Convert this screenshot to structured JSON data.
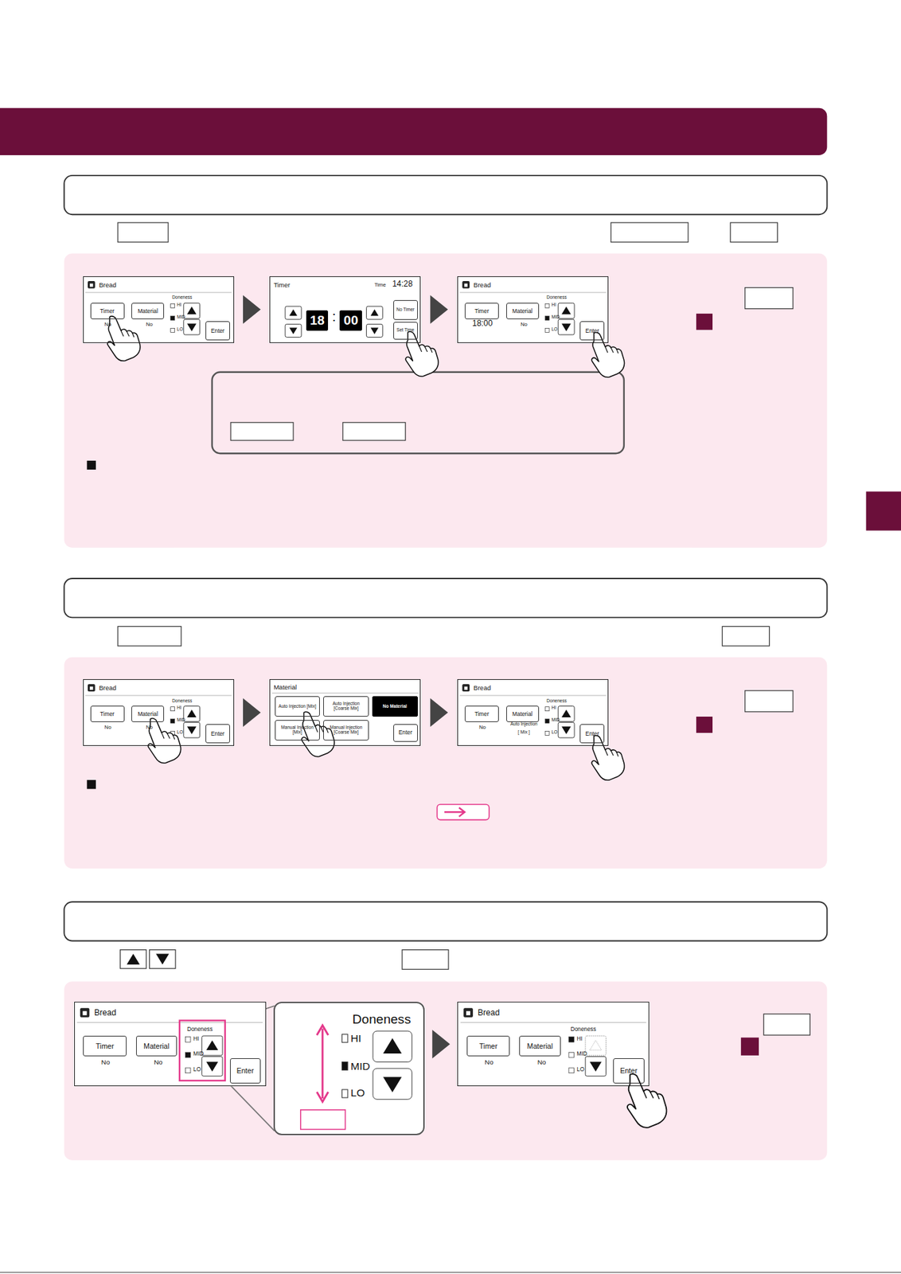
{
  "diagram": {
    "nodes": [
      {
        "text": [
          "Bread",
          "Doneness",
          "HI",
          "MID",
          "LO",
          "No",
          "No"
        ]
      },
      {
        "text": [
          "Timer"
        ],
        "in": 0
      },
      {
        "text": [
          "Material"
        ],
        "in": 0
      },
      {
        "text": [
          "Enter"
        ],
        "in": 0
      },
      {
        "text": [
          "Timer",
          "Time",
          "14:28",
          ":"
        ]
      },
      {
        "text": [
          "18"
        ],
        "in": 4
      },
      {
        "text": [
          "00"
        ],
        "in": 4
      },
      {
        "text": [
          "No Timer"
        ],
        "in": 4
      },
      {
        "text": [
          "Set Time"
        ],
        "in": 4
      },
      {
        "text": [
          "Bread",
          "Doneness",
          "HI",
          "MID",
          "LO",
          "18:00",
          "No"
        ]
      },
      {
        "text": [
          "Timer"
        ],
        "in": 9
      },
      {
        "text": [
          "Material"
        ],
        "in": 9
      },
      {
        "text": [
          "Enter"
        ],
        "in": 9
      },
      {
        "text": [
          "Bread",
          "Doneness",
          "HI",
          "MID",
          "LO",
          "No",
          "No"
        ]
      },
      {
        "text": [
          "Timer"
        ],
        "in": 13
      },
      {
        "text": [
          "Material"
        ],
        "in": 13
      },
      {
        "text": [
          "Enter"
        ],
        "in": 13
      },
      {
        "text": [
          "Material"
        ]
      },
      {
        "text": [
          "Auto Injection [Mix]"
        ],
        "in": 17
      },
      {
        "text": [
          "Auto Injection [Coarse Mix]"
        ],
        "in": 17
      },
      {
        "text": [
          "No Material"
        ],
        "in": 17
      },
      {
        "text": [
          "Manual Injection [Mix]"
        ],
        "in": 17
      },
      {
        "text": [
          "Manual Injection [Coarse Mix]"
        ],
        "in": 17
      },
      {
        "text": [
          "Enter"
        ],
        "in": 17
      },
      {
        "text": [
          "Bread",
          "Doneness",
          "HI",
          "MID",
          "LO",
          "No",
          "Auto Injection",
          "[ Mix ]"
        ]
      },
      {
        "text": [
          "Timer"
        ],
        "in": 24
      },
      {
        "text": [
          "Material"
        ],
        "in": 24
      },
      {
        "text": [
          "Enter"
        ],
        "in": 24
      },
      {
        "text": [
          "Bread",
          "Doneness",
          "HI",
          "MID",
          "LO",
          "No",
          "No"
        ]
      },
      {
        "text": [
          "Timer"
        ],
        "in": 28
      },
      {
        "text": [
          "Material"
        ],
        "in": 28
      },
      {
        "text": [
          "Enter"
        ],
        "in": 28
      },
      {
        "text": [
          "Doneness",
          "HI",
          "MID",
          "LO"
        ]
      },
      {
        "text": [
          "Bread",
          "Doneness",
          "HI",
          "MID",
          "LO",
          "No",
          "No"
        ]
      },
      {
        "text": [
          "Timer"
        ],
        "in": 33
      },
      {
        "text": [
          "Material"
        ],
        "in": 33
      },
      {
        "text": [
          "Enter"
        ],
        "in": 33
      }
    ],
    "edges": [
      {
        "from": 0,
        "to": 4,
        "arrow": "to"
      },
      {
        "from": 4,
        "to": 9,
        "arrow": "to"
      },
      {
        "from": 13,
        "to": 17,
        "arrow": "to"
      },
      {
        "from": 17,
        "to": 24,
        "arrow": "to"
      },
      {
        "from": 32,
        "to": 33,
        "arrow": "to"
      }
    ]
  }
}
